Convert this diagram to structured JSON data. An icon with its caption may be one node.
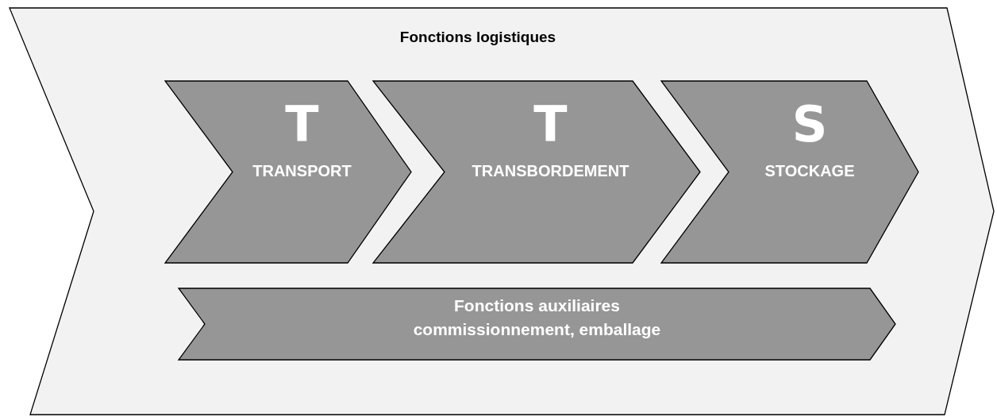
{
  "diagram": {
    "nodes": [
      {
        "text": [
          "Fonctions logistiques"
        ]
      },
      {
        "text": [
          "T",
          "TRANSPORT"
        ],
        "in": 0
      },
      {
        "text": [
          "T",
          "TRANSBORDEMENT"
        ],
        "in": 0
      },
      {
        "text": [
          "S",
          "STOCKAGE"
        ],
        "in": 0
      },
      {
        "text": [
          "Fonctions auxiliaires",
          "commissionnement, emballage"
        ],
        "in": 0
      }
    ],
    "edges": []
  }
}
